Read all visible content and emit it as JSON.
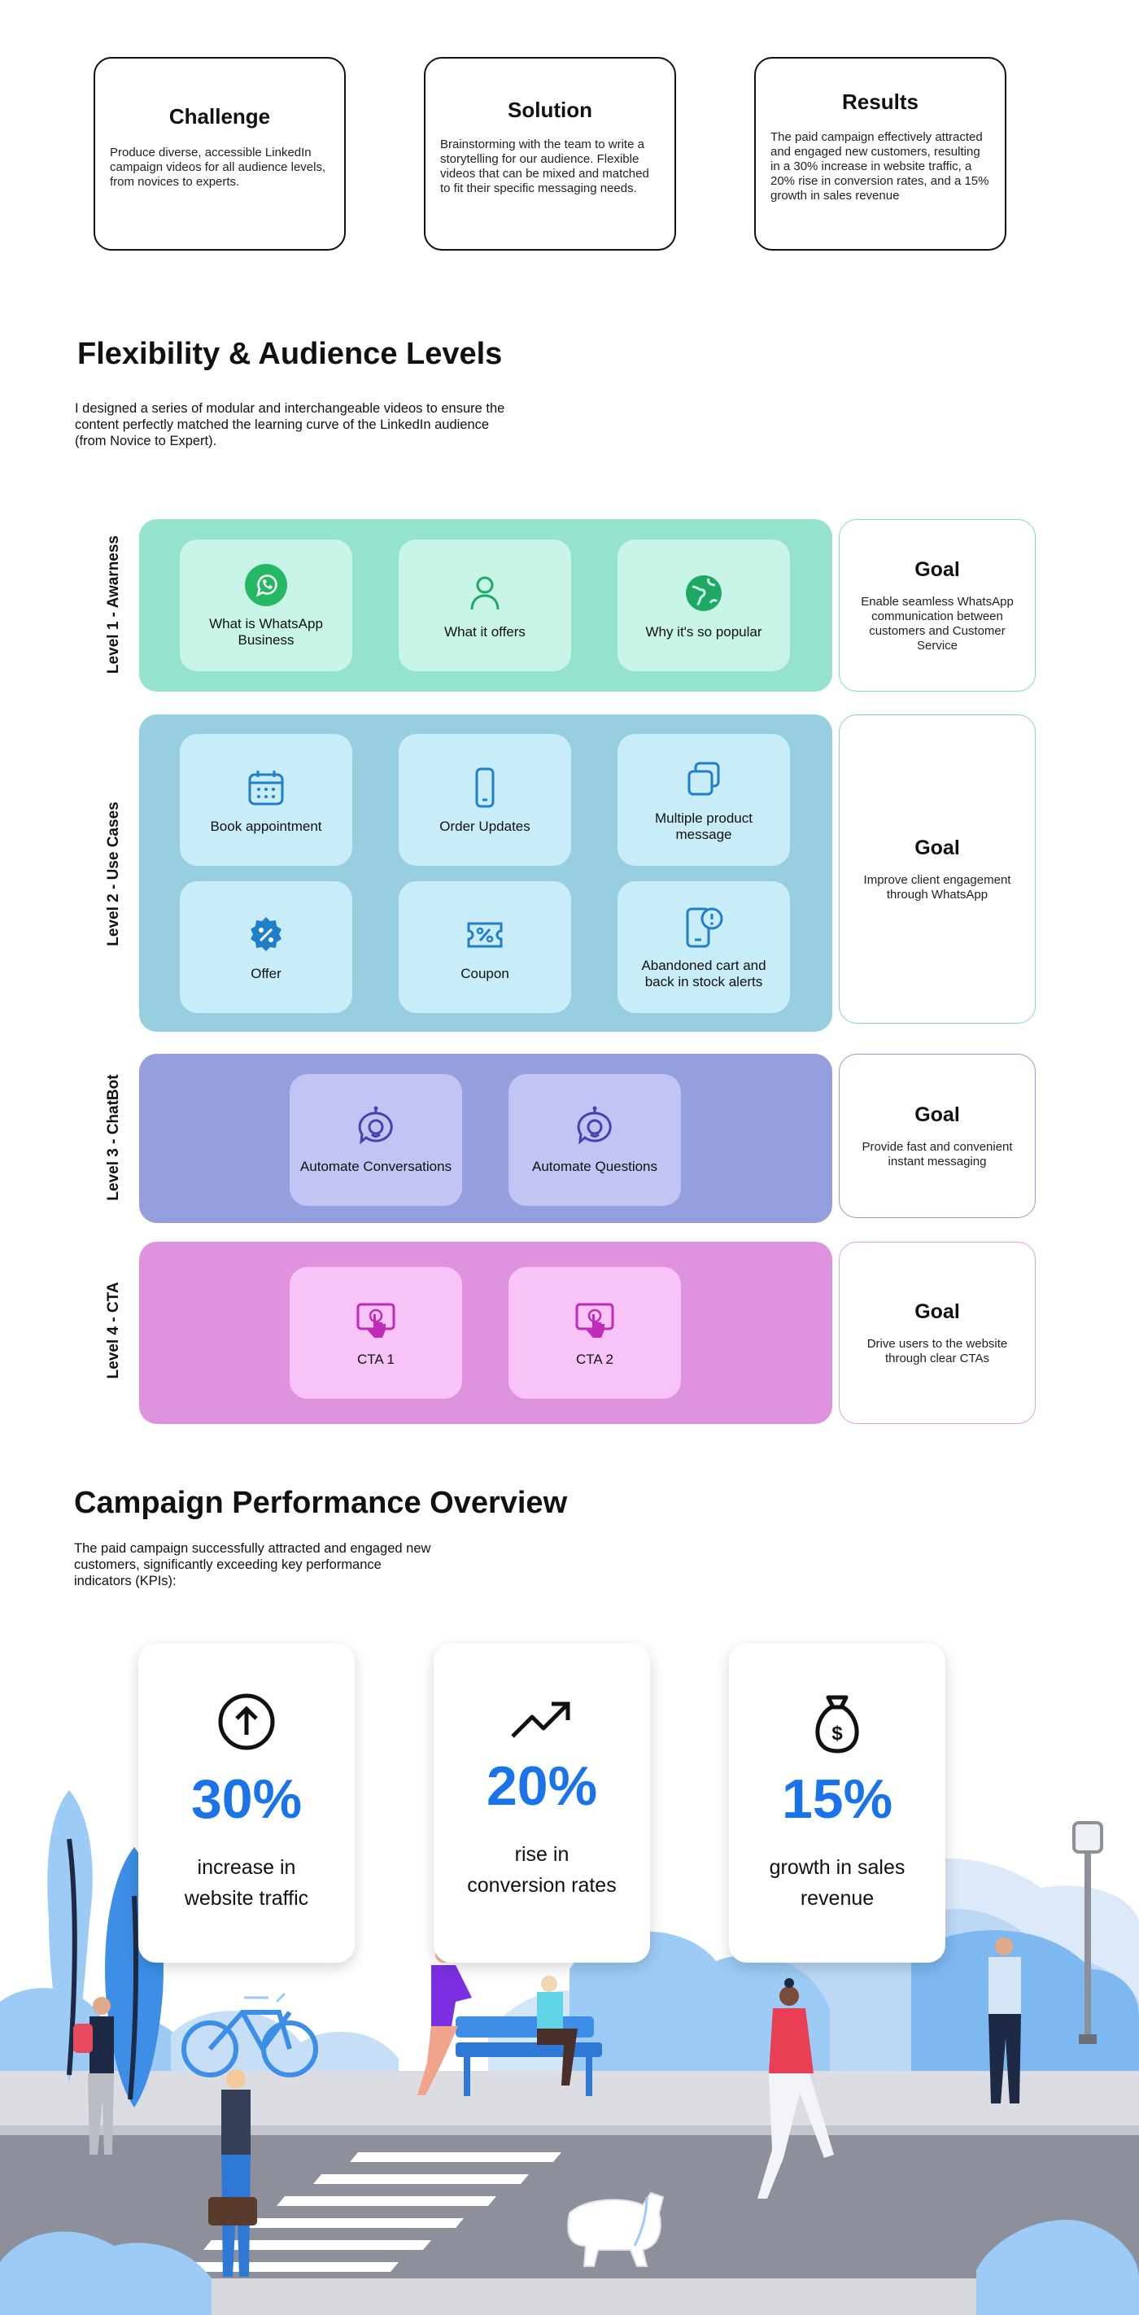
{
  "intro": {
    "challenge": {
      "title": "Challenge",
      "text": "Produce diverse, accessible LinkedIn campaign videos for all audience levels, from novices to experts."
    },
    "solution": {
      "title": "Solution",
      "text": "Brainstorming with the team to write a storytelling for our audience. Flexible videos that can be mixed and matched to fit their specific messaging needs."
    },
    "results": {
      "title": "Results",
      "text": "The paid campaign effectively attracted and engaged new customers, resulting in a 30% increase in website traffic, a 20% rise in conversion rates, and a 15% growth in sales revenue"
    }
  },
  "flex": {
    "title": "Flexibility & Audience Levels",
    "text": "I designed a series of modular and interchangeable videos to ensure the content perfectly matched the learning curve of the LinkedIn audience (from Novice to Expert)."
  },
  "levels": [
    {
      "label": "Level 1 - Awarness",
      "panel_color": "#95e2cf",
      "tile_color": "#c8f5e7",
      "icon_color": "#1ea863",
      "goal_border": "#7fd9c3",
      "tiles": [
        {
          "label": "What is WhatsApp Business",
          "icon": "whatsapp-icon"
        },
        {
          "label": "What it offers",
          "icon": "user-icon"
        },
        {
          "label": "Why it's so popular",
          "icon": "globe-icon"
        }
      ],
      "goal": {
        "title": "Goal",
        "text": "Enable seamless WhatsApp communication between customers and Customer Service"
      }
    },
    {
      "label": "Level 2 - Use Cases",
      "panel_color": "#98cfe0",
      "tile_color": "#c9ecf9",
      "icon_color": "#1f7fc8",
      "goal_border": "#8ccbe0",
      "tiles": [
        {
          "label": "Book appointment",
          "icon": "calendar-icon"
        },
        {
          "label": "Order Updates",
          "icon": "phone-icon"
        },
        {
          "label": "Multiple product message",
          "icon": "copy-icon"
        },
        {
          "label": "Offer",
          "icon": "discount-badge-icon"
        },
        {
          "label": "Coupon",
          "icon": "coupon-icon"
        },
        {
          "label": "Abandoned cart and back in stock alerts",
          "icon": "phone-alert-icon"
        }
      ],
      "goal": {
        "title": "Goal",
        "text": "Improve client engagement through WhatsApp"
      }
    },
    {
      "label": "Level 3 - ChatBot",
      "panel_color": "#959fdd",
      "tile_color": "#c2c5f3",
      "icon_color": "#4b3fb0",
      "goal_border": "#8f98de",
      "tiles": [
        {
          "label": "Automate Conversations",
          "icon": "chatbot-icon"
        },
        {
          "label": "Automate Questions",
          "icon": "chatbot-icon"
        }
      ],
      "goal": {
        "title": "Goal",
        "text": "Provide fast and convenient instant messaging"
      }
    },
    {
      "label": "Level 4 - CTA",
      "panel_color": "#df93df",
      "tile_color": "#f8c3f6",
      "icon_color": "#c02bb8",
      "goal_border": "#e0a0e0",
      "tiles": [
        {
          "label": "CTA 1",
          "icon": "tap-icon"
        },
        {
          "label": "CTA 2",
          "icon": "tap-icon"
        }
      ],
      "goal": {
        "title": "Goal",
        "text": "Drive users to the website through clear CTAs"
      }
    }
  ],
  "performance": {
    "title": "Campaign Performance Overview",
    "text": "The paid campaign successfully attracted and engaged new customers, significantly exceeding key performance indicators (KPIs):",
    "kpis": [
      {
        "value": "30%",
        "label_1": "increase in",
        "label_2": "website traffic",
        "icon": "arrow-up-circle-icon"
      },
      {
        "value": "20%",
        "label_1": "rise in",
        "label_2": "conversion rates",
        "icon": "trend-up-icon"
      },
      {
        "value": "15%",
        "label_1": "growth in sales",
        "label_2": "revenue",
        "icon": "money-bag-icon"
      }
    ]
  },
  "colors": {
    "accent_blue": "#1a73e8",
    "sky_blue": "#9ccbf5",
    "road": "#8d909b"
  }
}
